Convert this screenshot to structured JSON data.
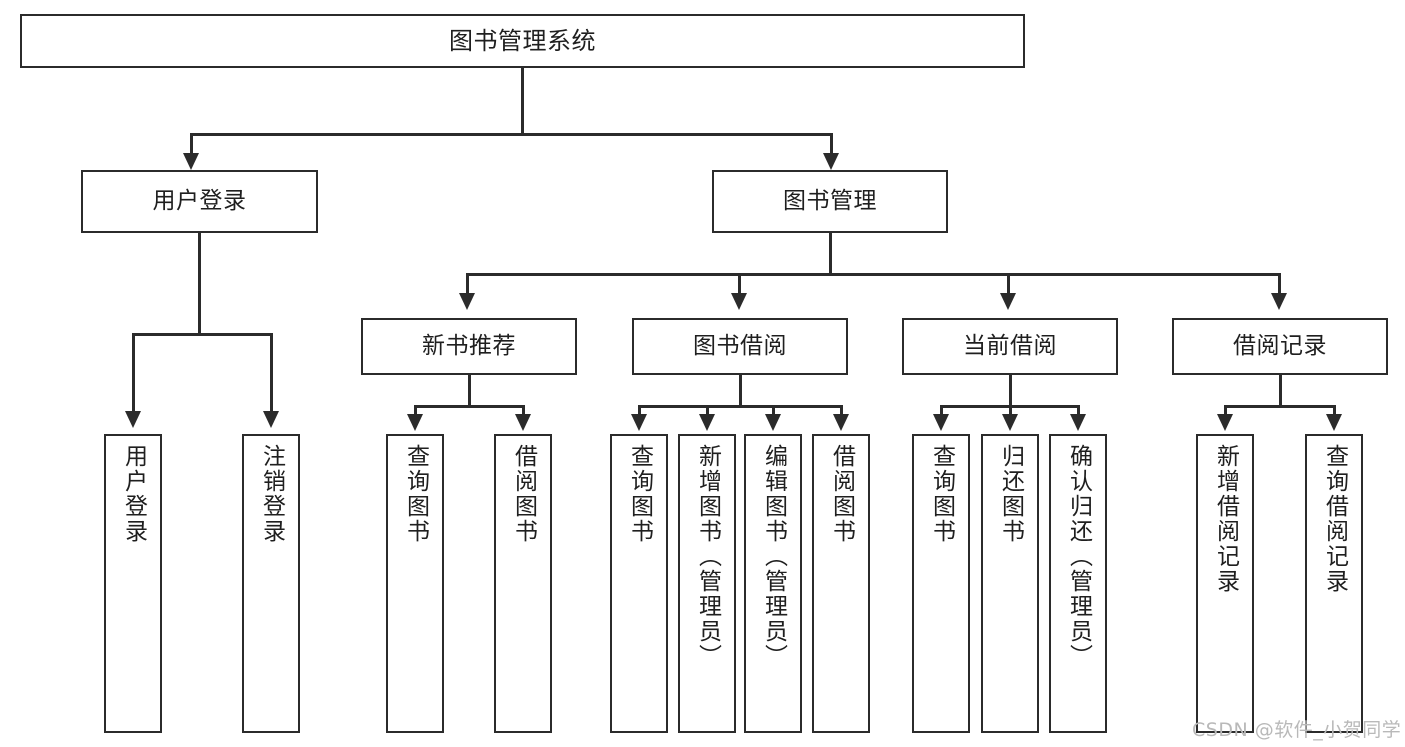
{
  "diagram": {
    "title": "图书管理系统",
    "type": "hierarchy-tree",
    "watermark": "CSDN @软件_小贺同学",
    "colors": {
      "stroke": "#2b2b2b",
      "fill": "#ffffff",
      "text": "#1f1f1f",
      "watermark": "#b9b9b9"
    },
    "levels": {
      "root": {
        "label": "图书管理系统"
      },
      "level2": [
        {
          "id": "user-login",
          "label": "用户登录"
        },
        {
          "id": "book-manage",
          "label": "图书管理"
        }
      ],
      "level3": [
        {
          "id": "new-book-rec",
          "label": "新书推荐"
        },
        {
          "id": "book-borrow",
          "label": "图书借阅"
        },
        {
          "id": "current-borrow",
          "label": "当前借阅"
        },
        {
          "id": "borrow-record",
          "label": "借阅记录"
        }
      ],
      "leaves": {
        "user-login": [
          {
            "id": "leaf-user-login",
            "label": "用户登录"
          },
          {
            "id": "leaf-logout-login",
            "label": "注销登录"
          }
        ],
        "new-book-rec": [
          {
            "id": "leaf-query-book-1",
            "label": "查询图书"
          },
          {
            "id": "leaf-borrow-book-1",
            "label": "借阅图书"
          }
        ],
        "book-borrow": [
          {
            "id": "leaf-query-book-2",
            "label": "查询图书"
          },
          {
            "id": "leaf-add-book",
            "label": "新增图书（管理员）"
          },
          {
            "id": "leaf-edit-book",
            "label": "编辑图书（管理员）"
          },
          {
            "id": "leaf-borrow-book-2",
            "label": "借阅图书"
          }
        ],
        "current-borrow": [
          {
            "id": "leaf-query-book-3",
            "label": "查询图书"
          },
          {
            "id": "leaf-return-book",
            "label": "归还图书"
          },
          {
            "id": "leaf-confirm-return",
            "label": "确认归还（管理员）"
          }
        ],
        "borrow-record": [
          {
            "id": "leaf-add-record",
            "label": "新增借阅记录"
          },
          {
            "id": "leaf-query-record",
            "label": "查询借阅记录"
          }
        ]
      }
    }
  }
}
